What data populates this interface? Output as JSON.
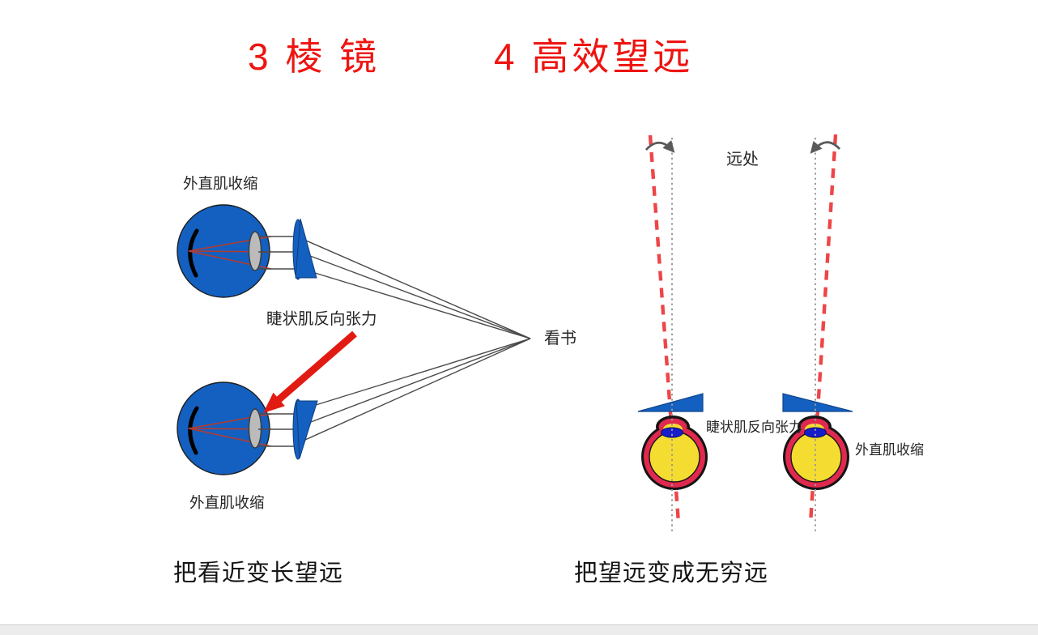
{
  "page": {
    "background_color": "#ffffff",
    "bottom_bar_color": "#ececec"
  },
  "titles": {
    "left": "3 棱  镜",
    "right": "4 高效望远",
    "color": "#ee1411"
  },
  "left_diagram": {
    "top_eye_label": "外直肌收缩",
    "ciliary_label": "睫状肌反向张力",
    "focus_label": "看书",
    "bottom_eye_label": "外直肌收缩",
    "caption": "把看近变长望远",
    "colors": {
      "eye_blue": "#1460c0",
      "lens_gray": "#bbbbbb",
      "ray_red": "#b23b31",
      "ray_gray": "#4a4a4a",
      "annotation_arrow_red": "#e21b12"
    }
  },
  "right_diagram": {
    "distance_label": "远处",
    "ciliary_label": "睫状肌反向张力",
    "muscle_label": "外直肌收缩",
    "caption": "把望远变成无穷远",
    "colors": {
      "eye_yellow": "#f5dc31",
      "eye_ring_crimson": "#e0294e",
      "eye_outline_black": "#141414",
      "iris_blue": "#151ec9",
      "prism_blue": "#1460c0",
      "dashed_red": "#ee4548",
      "dotted_gray": "#9a9a9a",
      "rotation_arrow_gray": "#5a5a5a"
    }
  }
}
